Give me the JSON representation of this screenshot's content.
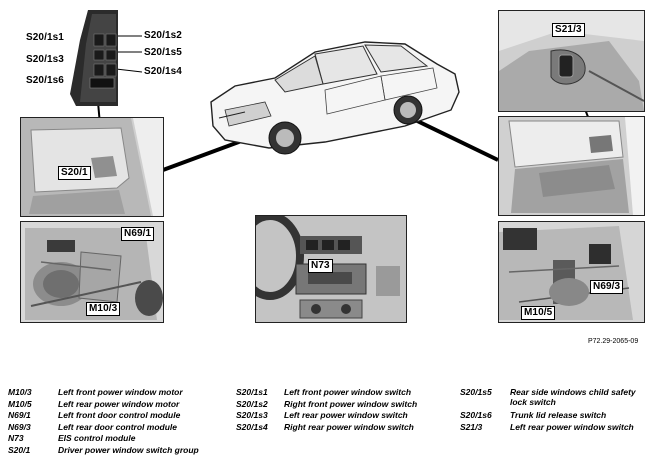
{
  "callouts": {
    "s20_1s1": "S20/1s1",
    "s20_1s2": "S20/1s2",
    "s20_1s3": "S20/1s3",
    "s20_1s5": "S20/1s5",
    "s20_1s6": "S20/1s6",
    "s20_1s4": "S20/1s4",
    "s20_1": "S20/1",
    "n69_1": "N69/1",
    "m10_3": "M10/3",
    "n73": "N73",
    "s21_3": "S21/3",
    "n69_3": "N69/3",
    "m10_5": "M10/5"
  },
  "figure_ref": "P72.29-2065-09",
  "legend": [
    {
      "code": "M10/3",
      "desc": "Left front power window motor"
    },
    {
      "code": "M10/5",
      "desc": "Left rear power window motor"
    },
    {
      "code": "N69/1",
      "desc": "Left front door control module"
    },
    {
      "code": "N69/3",
      "desc": "Left rear door control module"
    },
    {
      "code": "N73",
      "desc": "EIS control module"
    },
    {
      "code": "S20/1",
      "desc": "Driver power window switch group"
    },
    {
      "code": "S20/1s1",
      "desc": "Left front power window switch"
    },
    {
      "code": "S20/1s2",
      "desc": "Right front power window switch"
    },
    {
      "code": "S20/1s3",
      "desc": "Left rear power window switch"
    },
    {
      "code": "S20/1s4",
      "desc": "Right rear power window switch"
    },
    {
      "code": "S20/1s5",
      "desc": "Rear side windows child safety lock switch"
    },
    {
      "code": "S20/1s6",
      "desc": "Trunk lid release switch"
    },
    {
      "code": "S21/3",
      "desc": "Left rear power window switch"
    }
  ]
}
